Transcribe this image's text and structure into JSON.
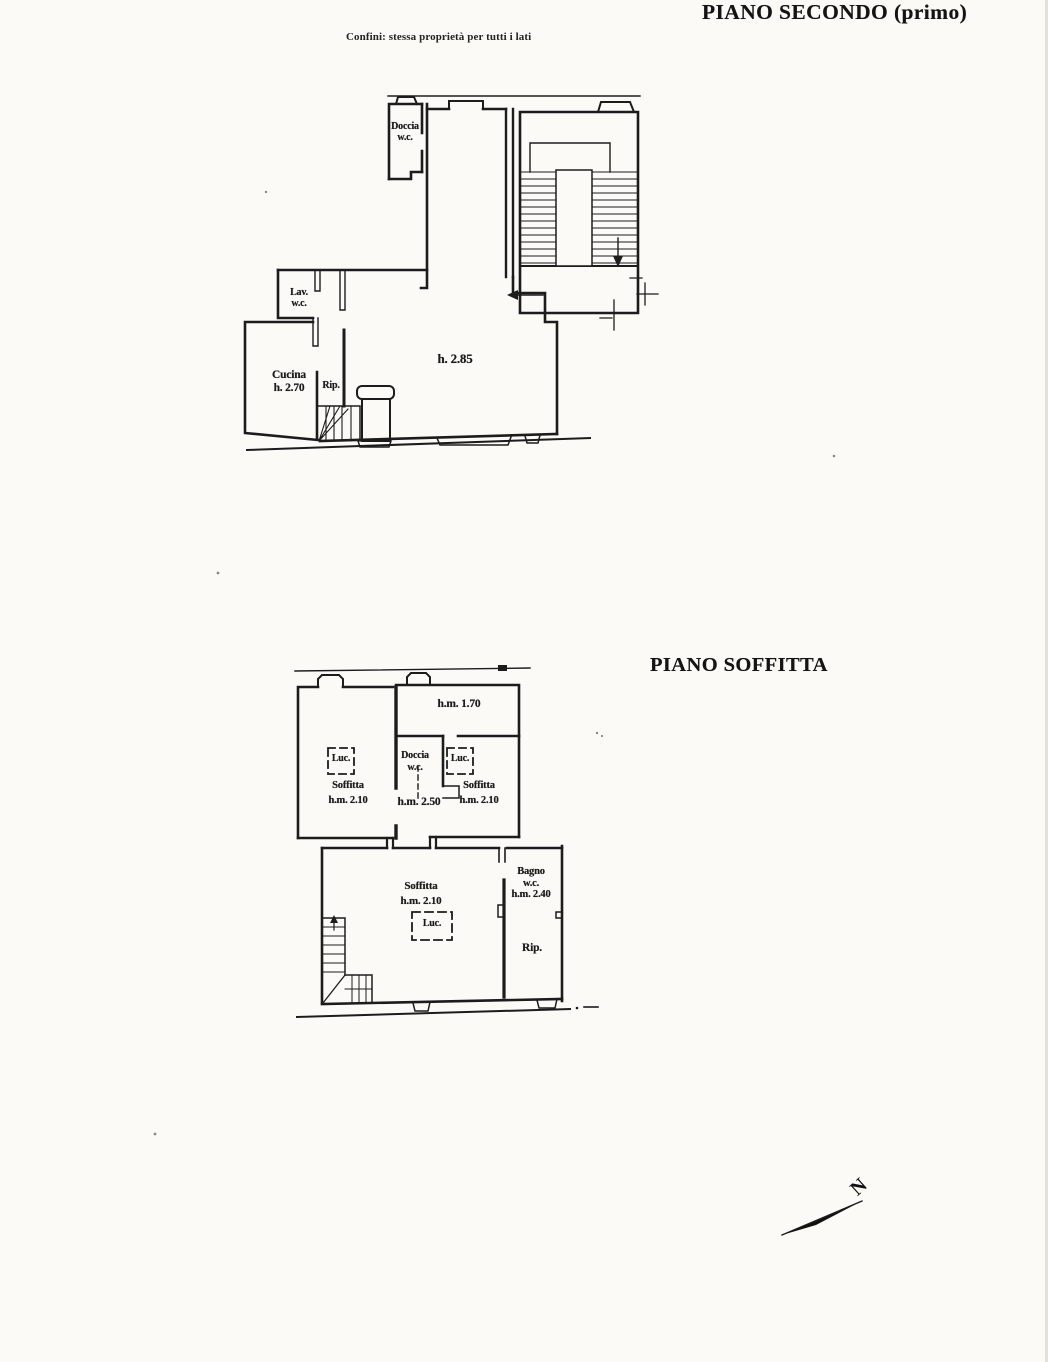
{
  "upper_plan": {
    "title": "PIANO SECONDO (primo)",
    "note": "Confini: stessa proprietà per tutti i lati",
    "labels": {
      "doccia_line1": "Doccia",
      "doccia_line2": "w.c.",
      "lav_line1": "Lav.",
      "lav_line2": "w.c.",
      "cucina_line1": "Cucina",
      "cucina_line2": "h. 2.70",
      "rip": "Rip.",
      "main_room_height": "h. 2.85"
    }
  },
  "lower_plan": {
    "title": "PIANO SOFFITTA",
    "labels": {
      "attic_low_height": "h.m. 1.70",
      "luc_left": "Luc.",
      "soffitta_left_line1": "Soffitta",
      "soffitta_left_line2": "h.m. 2.10",
      "doccia_line1": "Doccia",
      "doccia_line2": "w.c.",
      "doccia_height": "h.m. 2.50",
      "luc_right": "Luc.",
      "soffitta_right_line1": "Soffitta",
      "soffitta_right_line2": "h.m. 2.10",
      "soffitta_main_line1": "Soffitta",
      "soffitta_main_line2": "h.m. 2.10",
      "luc_main": "Luc.",
      "bagno_line1": "Bagno",
      "bagno_line2": "w.c.",
      "bagno_line3": "h.m. 2.40",
      "rip": "Rip."
    }
  },
  "compass": {
    "north": "N"
  },
  "colors": {
    "ink": "#1c1c1c",
    "paper": "#fbfaf6"
  }
}
